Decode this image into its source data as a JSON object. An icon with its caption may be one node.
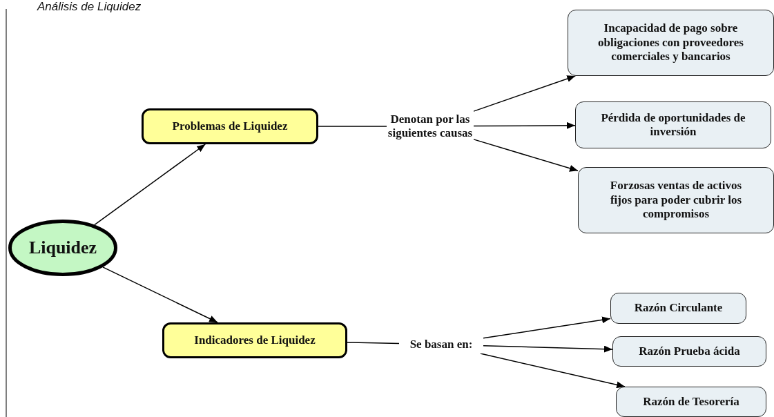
{
  "diagram": {
    "title": "Análisis de Liquidez",
    "nodes": [
      {
        "text": [
          "Liquidez"
        ]
      },
      {
        "text": [
          "Problemas de Liquidez"
        ]
      },
      {
        "text": [
          "Denotan por las siguientes causas"
        ]
      },
      {
        "text": [
          "Incapacidad de pago sobre obligaciones con proveedores comerciales y bancarios"
        ]
      },
      {
        "text": [
          "Pérdida de oportunidades de inversión"
        ]
      },
      {
        "text": [
          "Forzosas ventas de activos fijos para poder cubrir los compromisos"
        ]
      },
      {
        "text": [
          "Indicadores de Liquidez"
        ]
      },
      {
        "text": [
          "Se basan en:"
        ]
      },
      {
        "text": [
          "Razón Circulante"
        ]
      },
      {
        "text": [
          "Razón Prueba ácida"
        ]
      },
      {
        "text": [
          "Razón de Tesorería"
        ]
      }
    ],
    "edges": [
      {
        "from": 0,
        "to": 1,
        "arrow": "to"
      },
      {
        "from": 0,
        "to": 6,
        "arrow": "to"
      },
      {
        "from": 1,
        "to": 2,
        "arrow": "none"
      },
      {
        "from": 2,
        "to": 3,
        "arrow": "to"
      },
      {
        "from": 2,
        "to": 4,
        "arrow": "to"
      },
      {
        "from": 2,
        "to": 5,
        "arrow": "to"
      },
      {
        "from": 6,
        "to": 7,
        "arrow": "none"
      },
      {
        "from": 7,
        "to": 8,
        "arrow": "to"
      },
      {
        "from": 7,
        "to": 9,
        "arrow": "to"
      },
      {
        "from": 7,
        "to": 10,
        "arrow": "to"
      }
    ]
  }
}
